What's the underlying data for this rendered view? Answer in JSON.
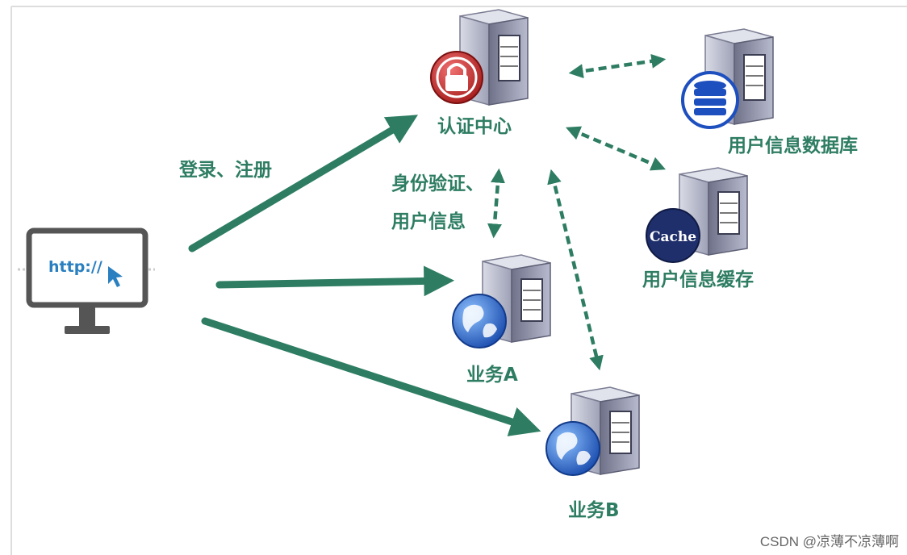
{
  "colors": {
    "accent": "#2e7d63",
    "server_body": "#8d8fa6",
    "lock": "#c62828",
    "db": "#1e4fbf",
    "cache": "#1f2f6b",
    "globe": "#2a63c9",
    "browser_frame": "#555555",
    "url_text": "#2a7fc0"
  },
  "nodes": {
    "auth_center": "认证中心",
    "user_db": "用户信息数据库",
    "user_cache": "用户信息缓存",
    "service_a": "业务A",
    "service_b": "业务B"
  },
  "edge_labels": {
    "login_register": "登录、注册",
    "verify_line1": "身份验证、",
    "verify_line2": "用户信息"
  },
  "browser": {
    "url": "http://"
  },
  "cache_badge": "Cache",
  "icons": [
    "lock-icon",
    "database-icon",
    "cache-icon",
    "globe-icon",
    "cursor-icon",
    "monitor-icon"
  ],
  "watermark": "CSDN @凉薄不凉薄啊"
}
